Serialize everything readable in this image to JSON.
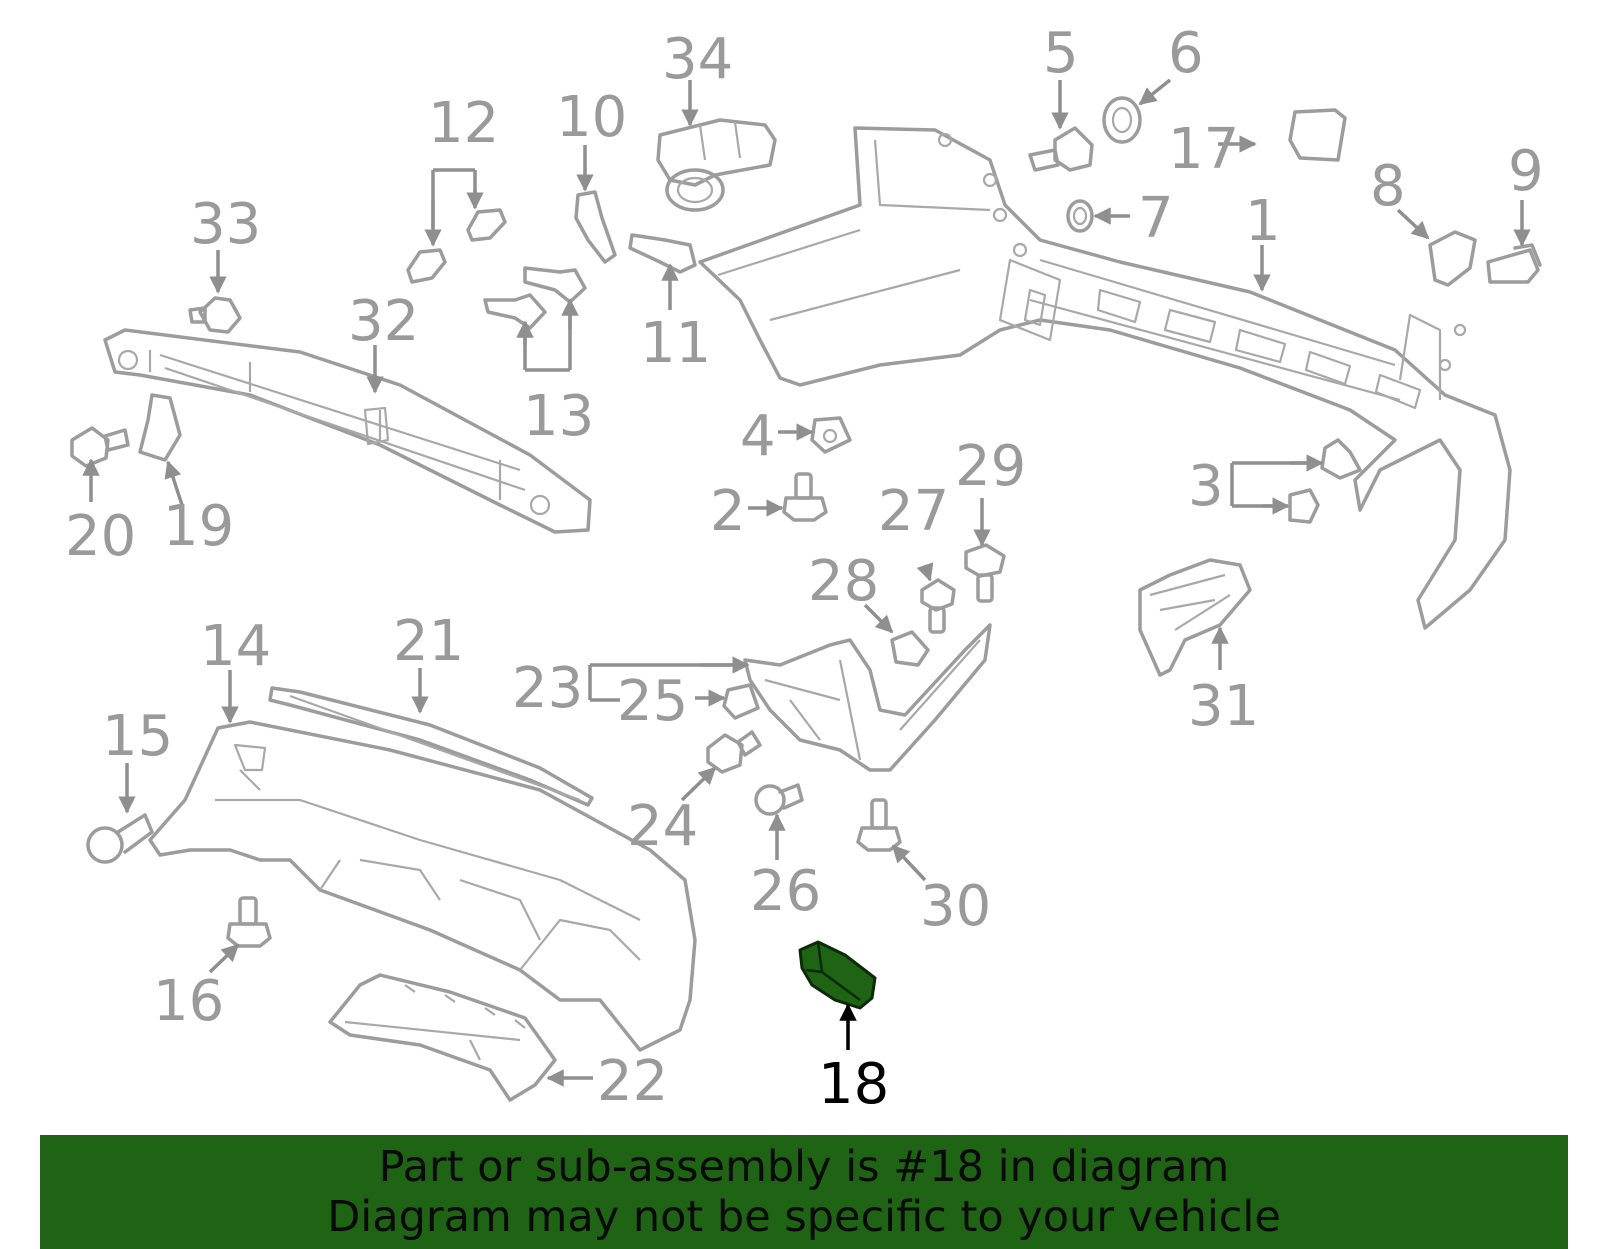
{
  "highlight_color": "#1e6414",
  "callout_color": "#9a9a9a",
  "highlighted_part": "18",
  "callouts": [
    "1",
    "2",
    "3",
    "4",
    "5",
    "6",
    "7",
    "8",
    "9",
    "10",
    "11",
    "12",
    "13",
    "14",
    "15",
    "16",
    "17",
    "18",
    "19",
    "20",
    "21",
    "22",
    "23",
    "24",
    "25",
    "26",
    "27",
    "28",
    "29",
    "30",
    "31",
    "32",
    "33",
    "34"
  ],
  "banner": {
    "line1": "Part or sub-assembly is #18 in diagram",
    "line2": "Diagram may not be specific to your vehicle"
  }
}
